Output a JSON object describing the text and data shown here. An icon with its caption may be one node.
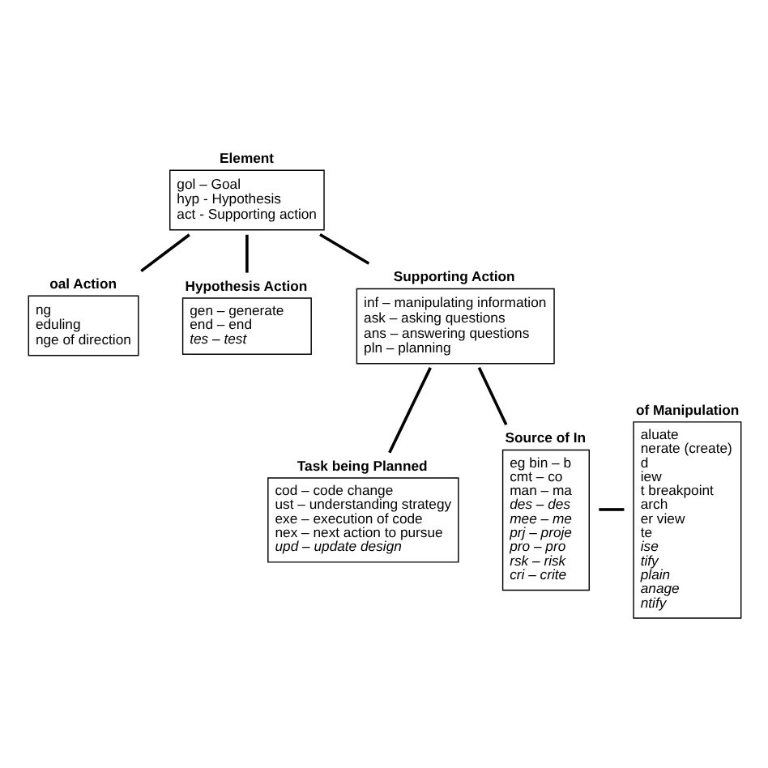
{
  "diagram": {
    "nodes": [
      {
        "text": [
          "Element",
          "gol – Goal",
          "hyp - Hypothesis",
          "act - Supporting action"
        ]
      },
      {
        "text": [
          "oal Action",
          "ng",
          "eduling",
          "nge of direction"
        ]
      },
      {
        "text": [
          "Hypothesis Action",
          "gen – generate",
          "end – end",
          "tes – test"
        ]
      },
      {
        "text": [
          "Supporting Action",
          "inf – manipulating information",
          "ask – asking questions",
          "ans – answering questions",
          "pln – planning"
        ]
      },
      {
        "text": [
          "of Manipulation",
          "aluate",
          "nerate (create)",
          "d",
          "iew",
          "t breakpoint",
          "arch",
          "er view",
          "te",
          "ise",
          "tify",
          "plain",
          "anage",
          "ntify"
        ]
      },
      {
        "text": [
          "Task being Planned",
          "cod – code change",
          "ust – understanding strategy",
          "exe – execution of code",
          "nex – next action to pursue",
          "upd – update design"
        ]
      },
      {
        "text": [
          "Source of In",
          "eg bin – b",
          "cmt – co",
          "man – ma",
          "des – des",
          "mee – me",
          "prj – proje",
          "pro – pro",
          "rsk – risk",
          "cri – crite"
        ]
      }
    ],
    "edges": [
      {
        "from": 0,
        "to": 1,
        "arrow": "none"
      },
      {
        "from": 0,
        "to": 2,
        "arrow": "none"
      },
      {
        "from": 0,
        "to": 3,
        "arrow": "none"
      },
      {
        "from": 3,
        "to": 5,
        "arrow": "none"
      },
      {
        "from": 3,
        "to": 6,
        "arrow": "none"
      },
      {
        "from": 6,
        "to": 4,
        "arrow": "none"
      }
    ]
  }
}
